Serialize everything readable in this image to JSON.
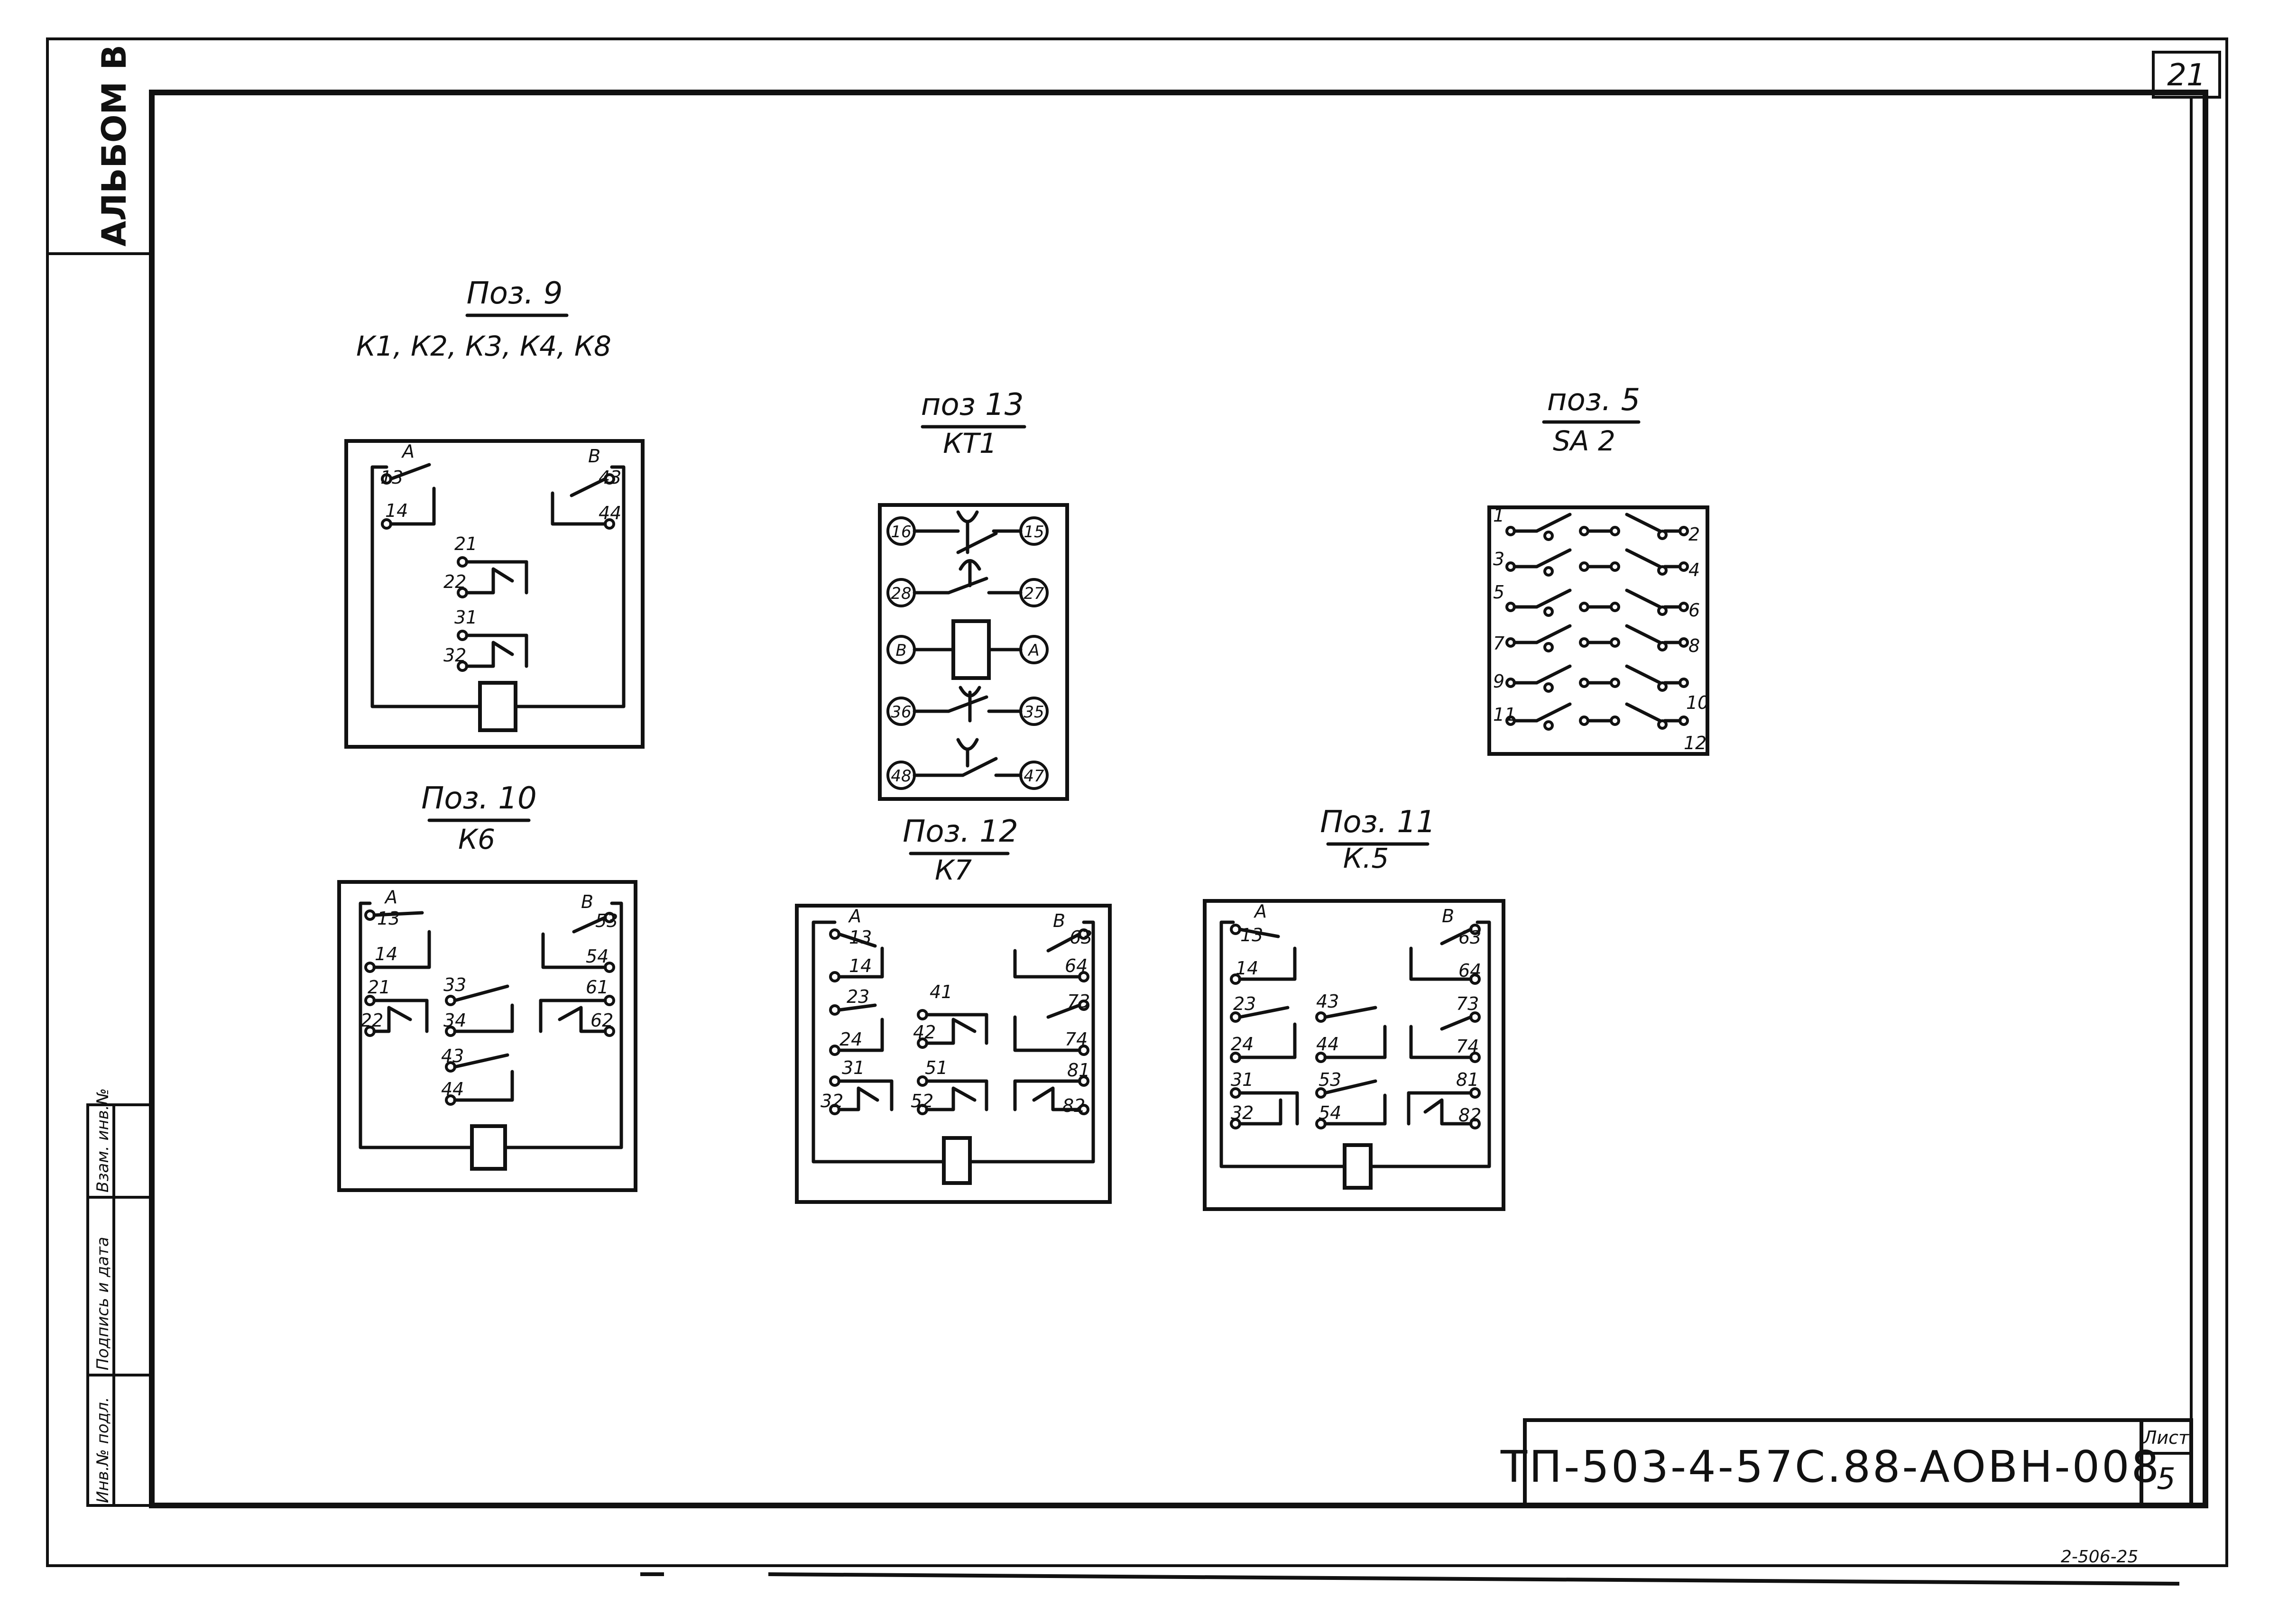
{
  "sheet": {
    "page_number": "21",
    "album_label": "АЛЬБОМ В",
    "document_code": "ТП-503-4-57С.88-АОВН-008",
    "sheet_label": "Лист",
    "sheet_number": "5",
    "footer_note": "2-506-25",
    "side_stamp": [
      "Инв.№ подл.",
      "Подпись и дата",
      "Взам. инв.№"
    ]
  },
  "blocks": [
    {
      "id": "poz9",
      "title": "Поз. 9",
      "subtitle": "К1, К2, К3, К4, К8",
      "terminals": [
        "А",
        "13",
        "14",
        "В",
        "43",
        "44",
        "21",
        "22",
        "31",
        "32"
      ]
    },
    {
      "id": "poz13",
      "title": "поз 13",
      "subtitle": "КТ1",
      "terminals": [
        "16",
        "15",
        "28",
        "27",
        "В",
        "А",
        "36",
        "35",
        "48",
        "47"
      ]
    },
    {
      "id": "poz5",
      "title": "поз. 5",
      "subtitle": "SA 2",
      "terminals": [
        "1",
        "2",
        "3",
        "4",
        "5",
        "6",
        "7",
        "8",
        "9",
        "10",
        "11",
        "12"
      ]
    },
    {
      "id": "poz10",
      "title": "Поз. 10",
      "subtitle": "К6",
      "terminals": [
        "А",
        "13",
        "14",
        "В",
        "53",
        "54",
        "21",
        "22",
        "33",
        "34",
        "61",
        "62",
        "43",
        "44"
      ]
    },
    {
      "id": "poz12",
      "title": "Поз. 12",
      "subtitle": "К7",
      "terminals": [
        "А",
        "13",
        "14",
        "В",
        "63",
        "64",
        "23",
        "24",
        "41",
        "42",
        "73",
        "74",
        "31",
        "32",
        "51",
        "52",
        "81",
        "82"
      ]
    },
    {
      "id": "poz11",
      "title": "Поз. 11",
      "subtitle": "К.5",
      "terminals": [
        "А",
        "13",
        "14",
        "В",
        "63",
        "64",
        "23",
        "24",
        "43",
        "44",
        "73",
        "74",
        "31",
        "32",
        "53",
        "54",
        "81",
        "82"
      ]
    }
  ]
}
